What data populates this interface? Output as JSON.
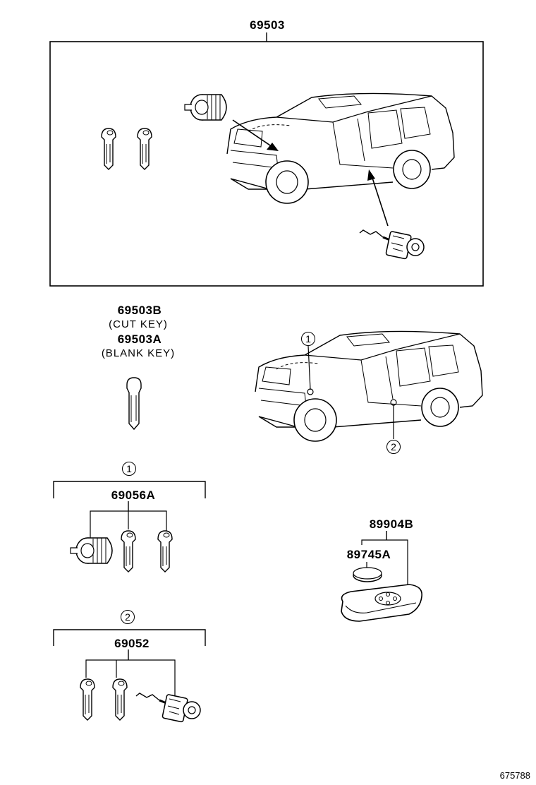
{
  "labels": {
    "p69503": "69503",
    "p69503B": "69503B",
    "cut_key": "(CUT KEY)",
    "p69503A": "69503A",
    "blank_key": "(BLANK KEY)",
    "p69056A": "69056A",
    "p69052": "69052",
    "p89904B": "89904B",
    "p89745A": "89745A",
    "diagram_id": "675788"
  },
  "callouts": {
    "c1": "1",
    "c2": "2"
  },
  "icons": [
    "suv-illustration",
    "key-icon",
    "lock-cylinder-icon",
    "ignition-cylinder-icon",
    "battery-icon",
    "smart-key-fob-icon",
    "arrow-icon"
  ]
}
